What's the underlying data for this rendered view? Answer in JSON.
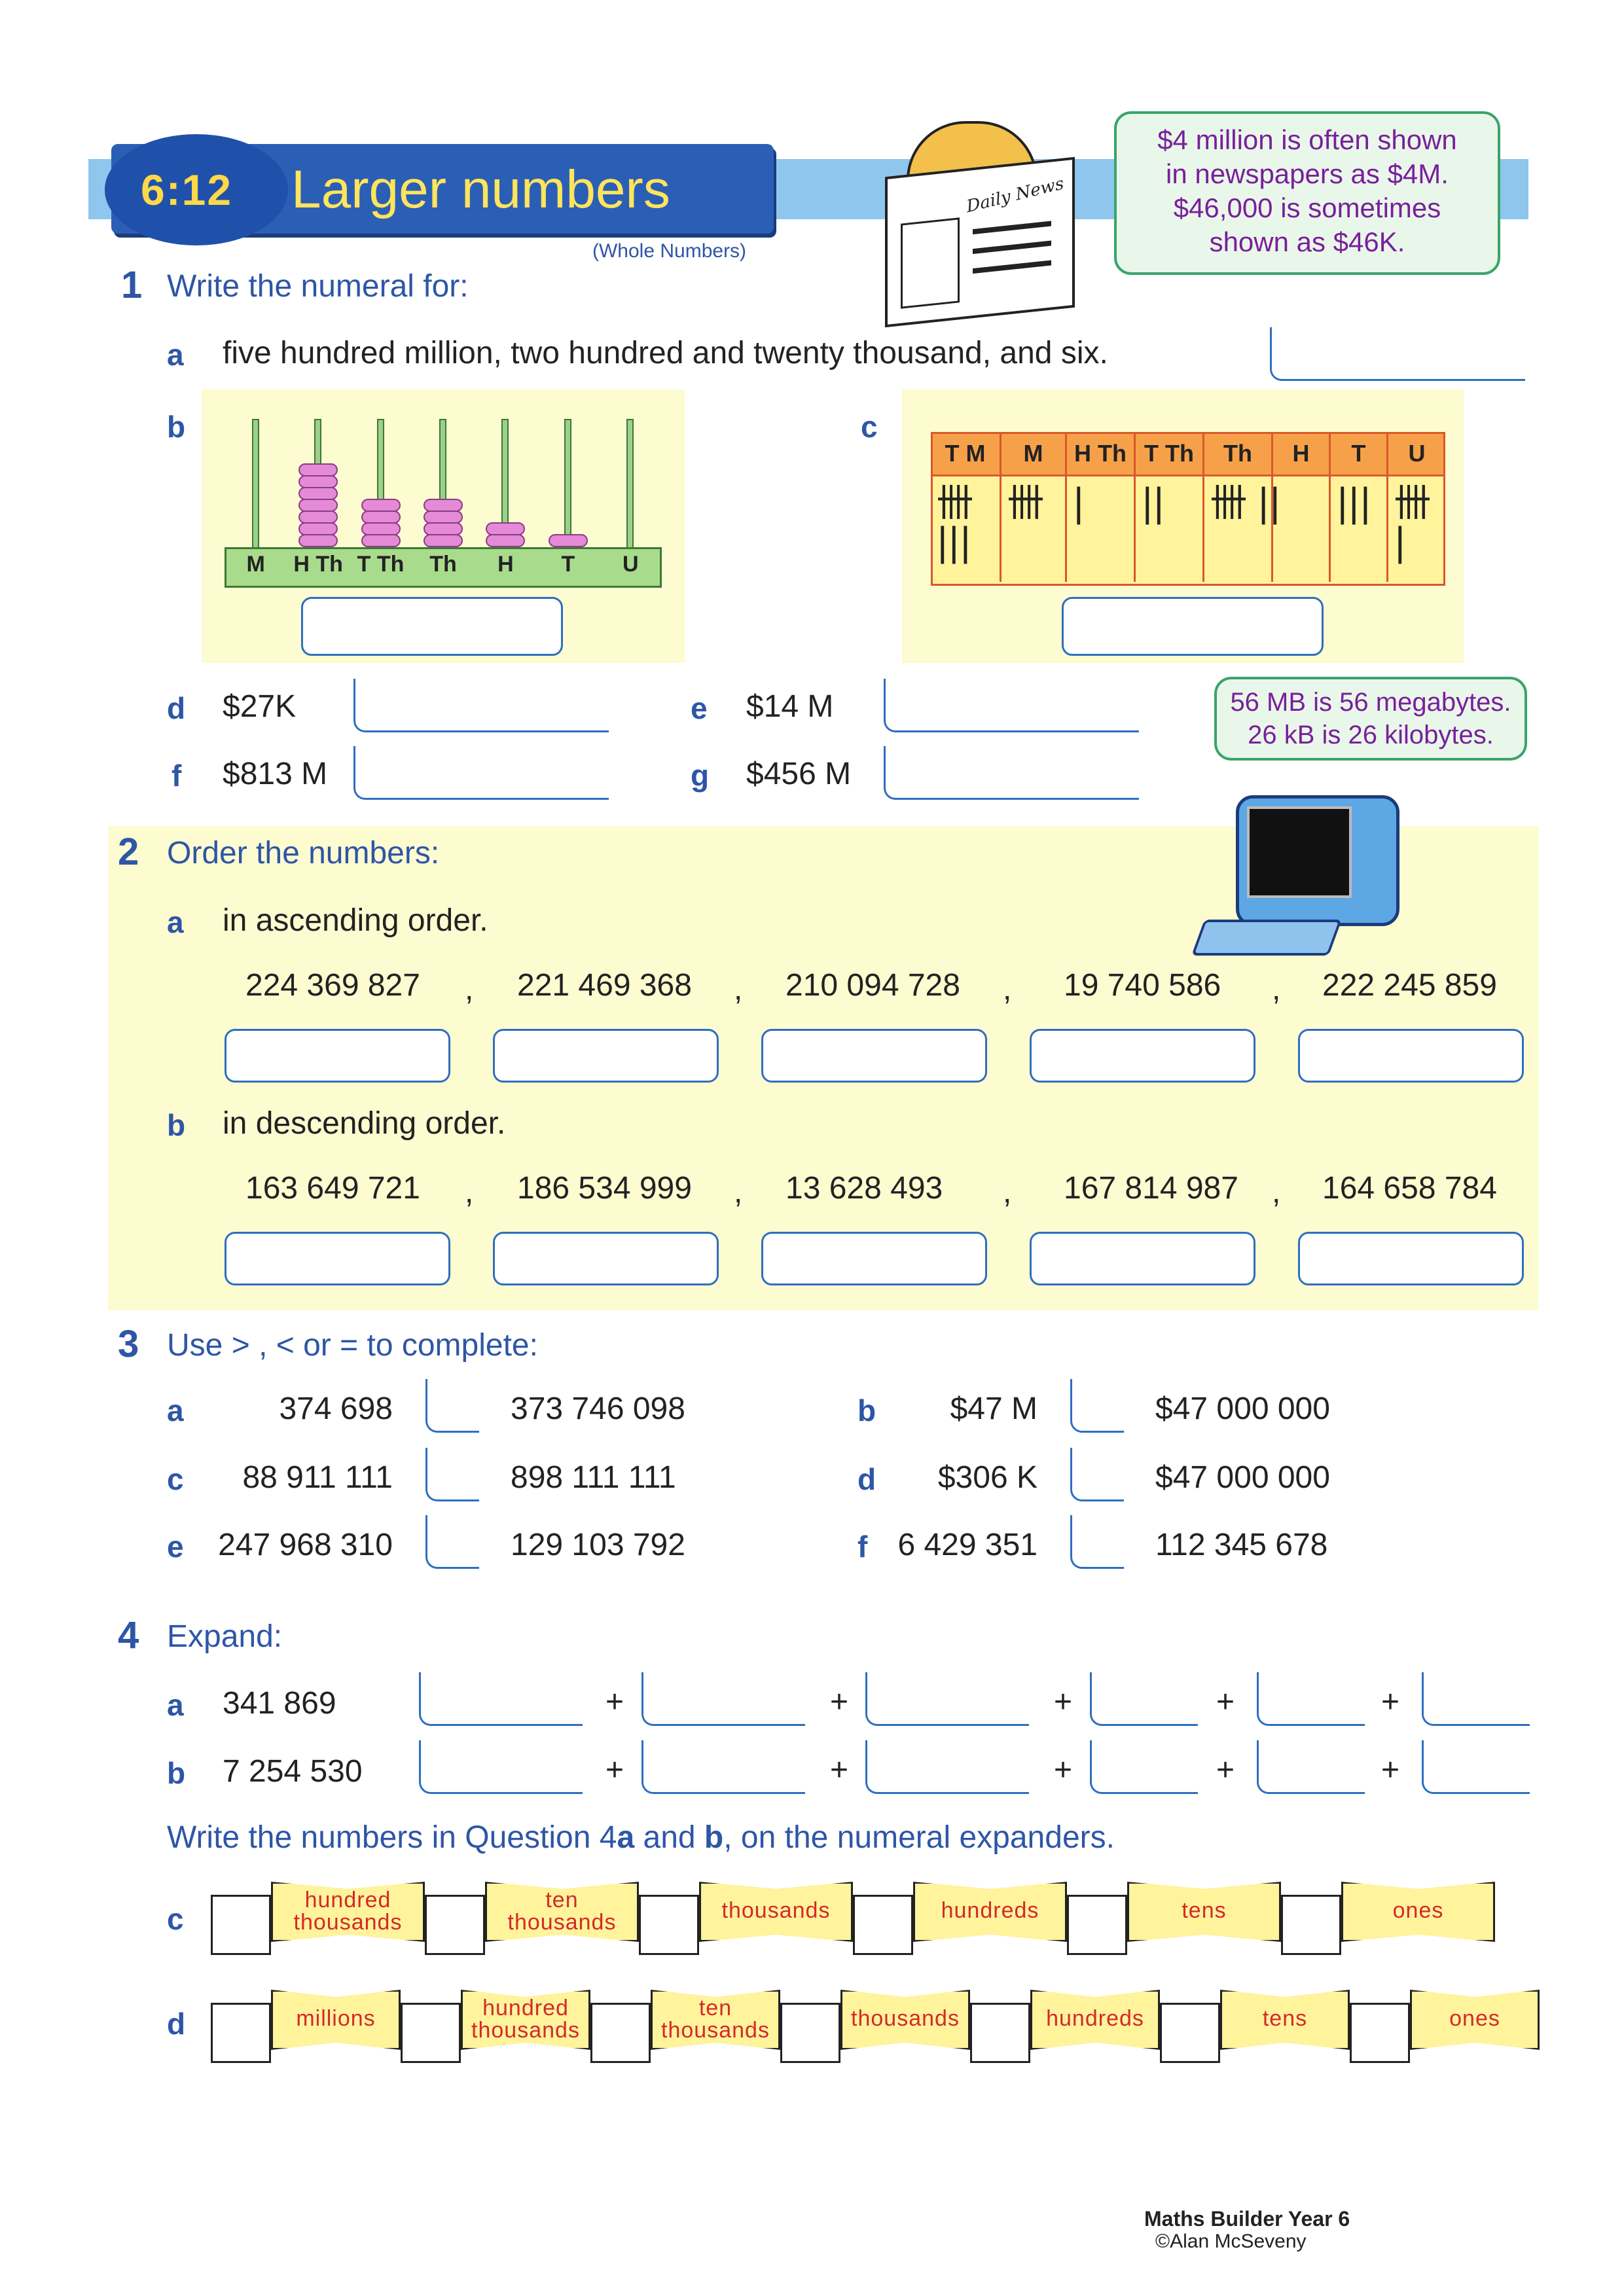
{
  "header": {
    "number": "6:12",
    "title": "Larger numbers",
    "subtitle": "(Whole Numbers)"
  },
  "callouts": {
    "news_lines": [
      "$4 million is often shown",
      "in newspapers as $4M.",
      "$46,000 is sometimes",
      "shown as $46K."
    ],
    "computer_lines": [
      "56 MB is 56 megabytes.",
      "26 kB is 26 kilobytes."
    ],
    "newspaper_title": "Daily News"
  },
  "q1": {
    "num": "1",
    "prompt": "Write the numeral for:",
    "a_label": "a",
    "a_text": "five hundred million, two hundred and twenty thousand, and six.",
    "b_label": "b",
    "c_label": "c",
    "abacus_labels": [
      "M",
      "H Th",
      "T Th",
      "Th",
      "H",
      "T",
      "U"
    ],
    "abacus_beads": [
      0,
      7,
      4,
      4,
      2,
      1,
      0
    ],
    "tally_headers": [
      "T M",
      "M",
      "H Th",
      "T Th",
      "Th",
      "H",
      "T",
      "U"
    ],
    "tally_marks": [
      "卌\n|||",
      "卌",
      "|",
      "||",
      "卌 ||",
      "",
      "|||",
      "卌\n|"
    ],
    "items": [
      {
        "label": "d",
        "value": "$27K"
      },
      {
        "label": "e",
        "value": "$14 M"
      },
      {
        "label": "f",
        "value": "$813 M"
      },
      {
        "label": "g",
        "value": "$456 M"
      }
    ]
  },
  "q2": {
    "num": "2",
    "prompt": "Order the numbers:",
    "a_label": "a",
    "a_text": "in ascending order.",
    "a_numbers": [
      "224 369 827",
      "221 469 368",
      "210 094 728",
      "19 740 586",
      "222 245 859"
    ],
    "b_label": "b",
    "b_text": "in descending order.",
    "b_numbers": [
      "163 649 721",
      "186 534 999",
      "13 628 493",
      "167 814 987",
      "164 658 784"
    ],
    "separator": ","
  },
  "q3": {
    "num": "3",
    "prompt": "Use > , < or = to complete:",
    "rows": [
      {
        "label": "a",
        "left": "374 698",
        "right": "373 746 098"
      },
      {
        "label": "b",
        "left": "$47 M",
        "right": "$47 000 000"
      },
      {
        "label": "c",
        "left": "88 911 111",
        "right": "898 111 111"
      },
      {
        "label": "d",
        "left": "$306 K",
        "right": "$47 000 000"
      },
      {
        "label": "e",
        "left": "247 968 310",
        "right": "129 103 792"
      },
      {
        "label": "f",
        "left": "6 429 351",
        "right": "112 345 678"
      }
    ]
  },
  "q4": {
    "num": "4",
    "prompt": "Expand:",
    "a_label": "a",
    "a_value": "341 869",
    "b_label": "b",
    "b_value": "7 254 530",
    "plus": "+",
    "instruction_pre": "Write the numbers in Question 4",
    "instruction_a": "a",
    "instruction_mid": " and ",
    "instruction_b": "b",
    "instruction_post": ", on the numeral expanders.",
    "c_label": "c",
    "d_label": "d",
    "c_expander": [
      [
        "hundred",
        "thousands"
      ],
      [
        "ten",
        "thousands"
      ],
      [
        "thousands"
      ],
      [
        "hundreds"
      ],
      [
        "tens"
      ],
      [
        "ones"
      ]
    ],
    "d_expander": [
      [
        "millions"
      ],
      [
        "hundred",
        "thousands"
      ],
      [
        "ten",
        "thousands"
      ],
      [
        "thousands"
      ],
      [
        "hundreds"
      ],
      [
        "tens"
      ],
      [
        "ones"
      ]
    ]
  },
  "footer": {
    "book": "Maths Builder Year 6",
    "author": "©Alan McSeveny"
  }
}
